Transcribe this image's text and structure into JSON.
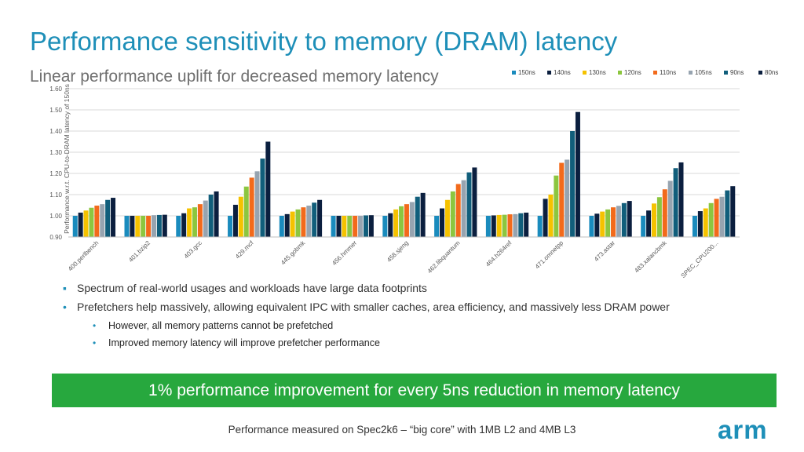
{
  "slide": {
    "title": "Performance sensitivity to memory (DRAM) latency",
    "subtitle": "Linear performance uplift for decreased memory latency",
    "bullets": [
      {
        "text": "Spectrum of real-world usages and workloads have large data footprints",
        "level": 1
      },
      {
        "text": "Prefetchers help massively, allowing equivalent IPC with smaller caches, area efficiency, and massively less DRAM power",
        "level": 1
      },
      {
        "text": "However, all memory patterns cannot be prefetched",
        "level": 2
      },
      {
        "text": "Improved memory latency will improve prefetcher performance",
        "level": 2
      }
    ],
    "banner": "1% performance improvement for every 5ns reduction in memory latency",
    "footnote": "Performance measured on Spec2k6 – “big core” with 1MB L2 and 4MB L3",
    "logo": "arm",
    "colors": {
      "title": "#1e8fb8",
      "banner": "#27a83e",
      "bullet": "#1e8fb8"
    }
  },
  "chart_data": {
    "type": "bar",
    "ylabel": "Performance w.r.t. CPU-to-DRAM latency of 150ns",
    "ylim": [
      0.9,
      1.6
    ],
    "yticks": [
      "0.90",
      "1.00",
      "1.10",
      "1.20",
      "1.30",
      "1.40",
      "1.50",
      "1.60"
    ],
    "grid": true,
    "legend": "top-right",
    "categories": [
      "400.perlbench",
      "401.bzip2",
      "403.gcc",
      "429.mcf",
      "445.gobmk",
      "456.hmmer",
      "458.sjeng",
      "462.libquantum",
      "464.h264ref",
      "471.omnetpp",
      "473.astar",
      "483.xalancbmk",
      "SPEC_CPU200..."
    ],
    "series": [
      {
        "name": "150ns",
        "color": "#1a8bbd",
        "values": [
          1.0,
          1.0,
          1.0,
          1.0,
          1.0,
          1.0,
          1.0,
          1.0,
          1.0,
          1.0,
          1.0,
          1.0,
          1.0
        ]
      },
      {
        "name": "140ns",
        "color": "#0b1f3f",
        "values": [
          1.015,
          1.0,
          1.012,
          1.052,
          1.008,
          1.0,
          1.012,
          1.035,
          1.002,
          1.08,
          1.01,
          1.025,
          1.022
        ]
      },
      {
        "name": "130ns",
        "color": "#f5c200",
        "values": [
          1.025,
          1.0,
          1.035,
          1.09,
          1.02,
          1.0,
          1.03,
          1.075,
          1.004,
          1.1,
          1.02,
          1.058,
          1.035
        ]
      },
      {
        "name": "120ns",
        "color": "#8cc63f",
        "values": [
          1.038,
          1.0,
          1.04,
          1.138,
          1.03,
          1.0,
          1.045,
          1.115,
          1.005,
          1.19,
          1.03,
          1.088,
          1.06
        ]
      },
      {
        "name": "110ns",
        "color": "#f26a1b",
        "values": [
          1.048,
          1.0,
          1.055,
          1.18,
          1.04,
          1.0,
          1.055,
          1.15,
          1.007,
          1.25,
          1.04,
          1.125,
          1.08
        ]
      },
      {
        "name": "105ns",
        "color": "#97a4b0",
        "values": [
          1.055,
          1.003,
          1.072,
          1.21,
          1.048,
          1.0,
          1.065,
          1.168,
          1.008,
          1.265,
          1.047,
          1.165,
          1.09
        ]
      },
      {
        "name": "90ns",
        "color": "#115e7b",
        "values": [
          1.075,
          1.004,
          1.1,
          1.27,
          1.062,
          1.002,
          1.09,
          1.205,
          1.012,
          1.4,
          1.06,
          1.225,
          1.12
        ]
      },
      {
        "name": "80ns",
        "color": "#0b1f3f",
        "values": [
          1.085,
          1.005,
          1.115,
          1.35,
          1.075,
          1.003,
          1.108,
          1.228,
          1.015,
          1.49,
          1.07,
          1.252,
          1.14
        ]
      }
    ]
  }
}
